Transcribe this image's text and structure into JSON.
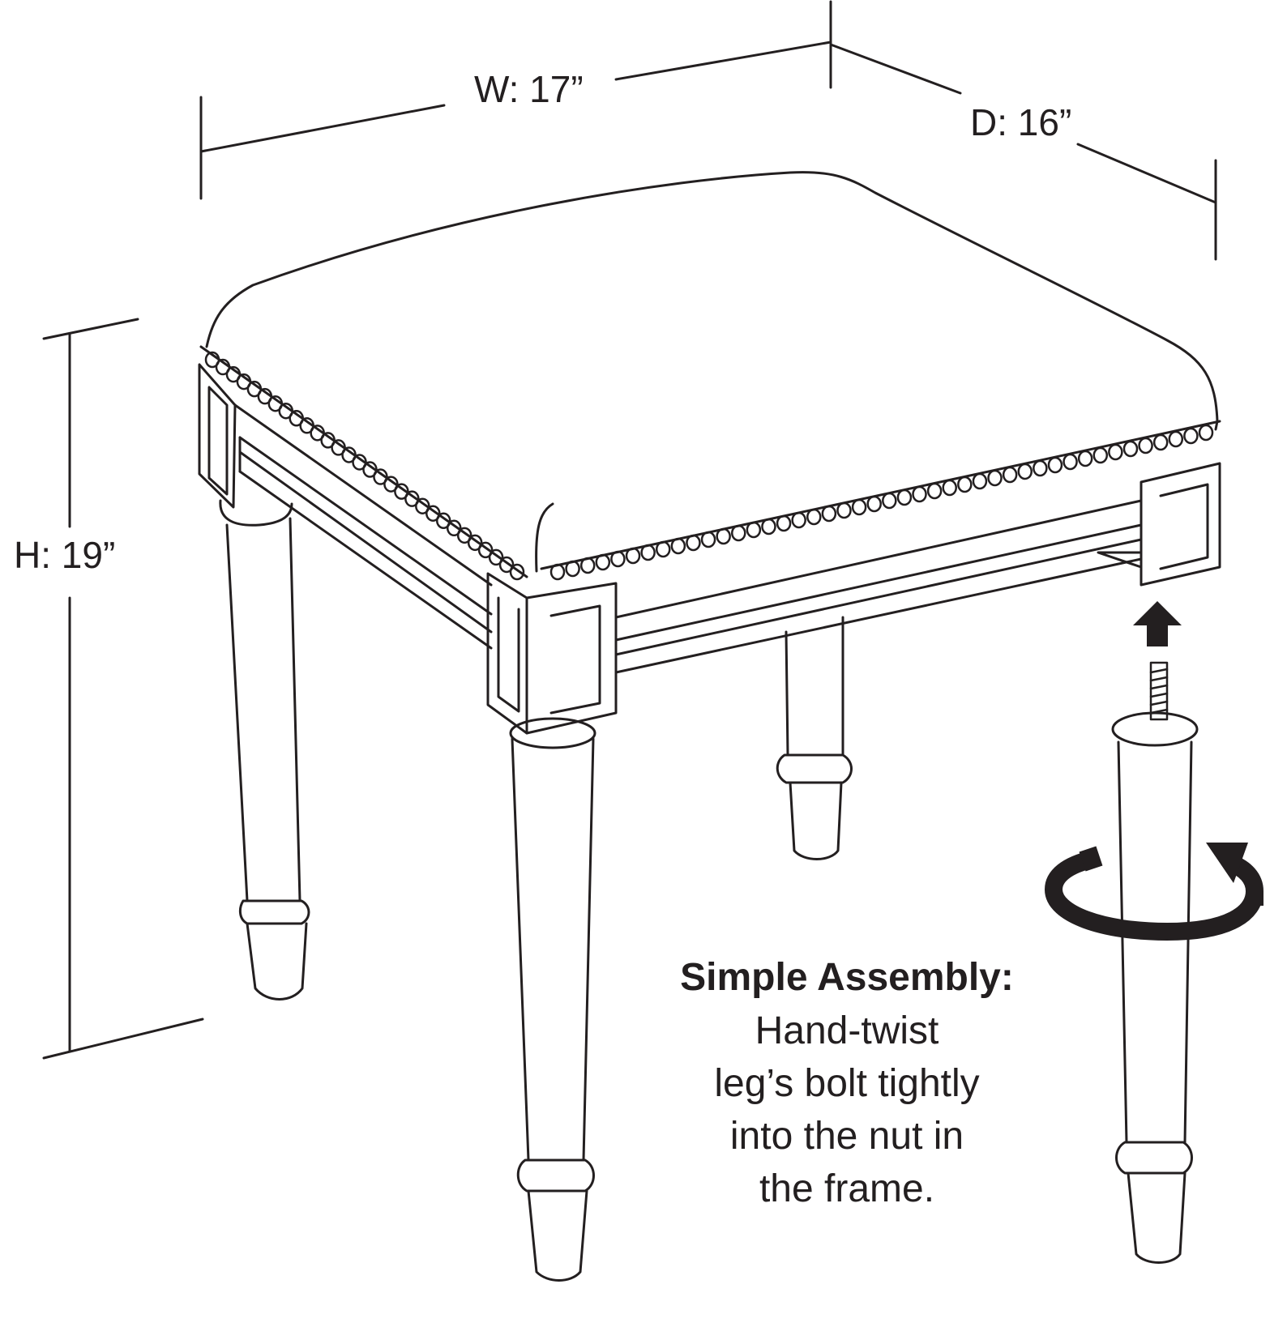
{
  "dimensions": {
    "width": "W: 17”",
    "depth": "D: 16”",
    "height": "H: 19”"
  },
  "assembly": {
    "title": "Simple Assembly:",
    "lines": [
      "Hand-twist",
      "leg’s bolt tightly",
      "into the nut in",
      "the frame."
    ]
  },
  "colors": {
    "line": "#231f20",
    "background": "#ffffff"
  },
  "icons": [
    "up-arrow-icon",
    "rotate-arrow-icon"
  ]
}
